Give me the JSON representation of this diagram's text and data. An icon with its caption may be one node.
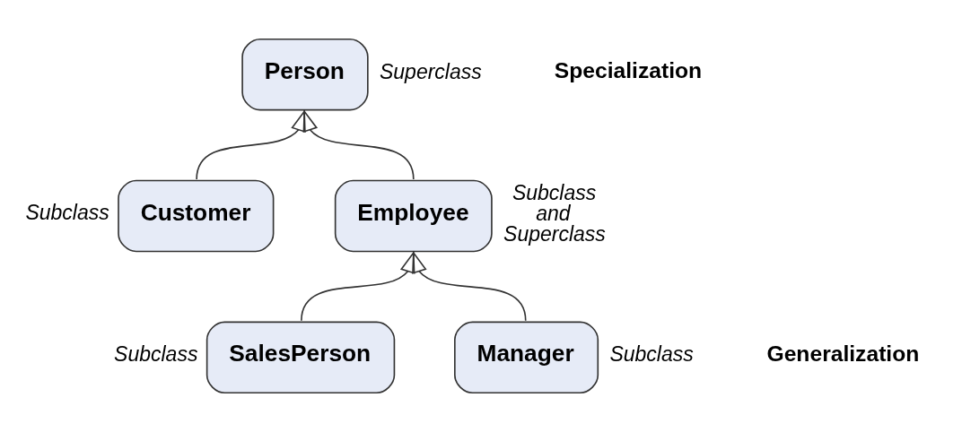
{
  "diagram": {
    "nodes": [
      {
        "text": [
          "Person"
        ],
        "beside": [
          "Superclass"
        ]
      },
      {
        "text": [
          "Customer"
        ],
        "beside": [
          "Subclass"
        ]
      },
      {
        "text": [
          "Employee"
        ],
        "beside": [
          "Subclass and Superclass"
        ]
      },
      {
        "text": [
          "SalesPerson"
        ],
        "beside": [
          "Subclass"
        ]
      },
      {
        "text": [
          "Manager"
        ],
        "beside": [
          "Subclass"
        ]
      }
    ],
    "edges": [
      {
        "from": 1,
        "to": 0,
        "arrow": "to"
      },
      {
        "from": 2,
        "to": 0,
        "arrow": "to"
      },
      {
        "from": 3,
        "to": 2,
        "arrow": "to"
      },
      {
        "from": 4,
        "to": 2,
        "arrow": "to"
      }
    ],
    "labels": [
      "Specialization",
      "Generalization"
    ]
  }
}
